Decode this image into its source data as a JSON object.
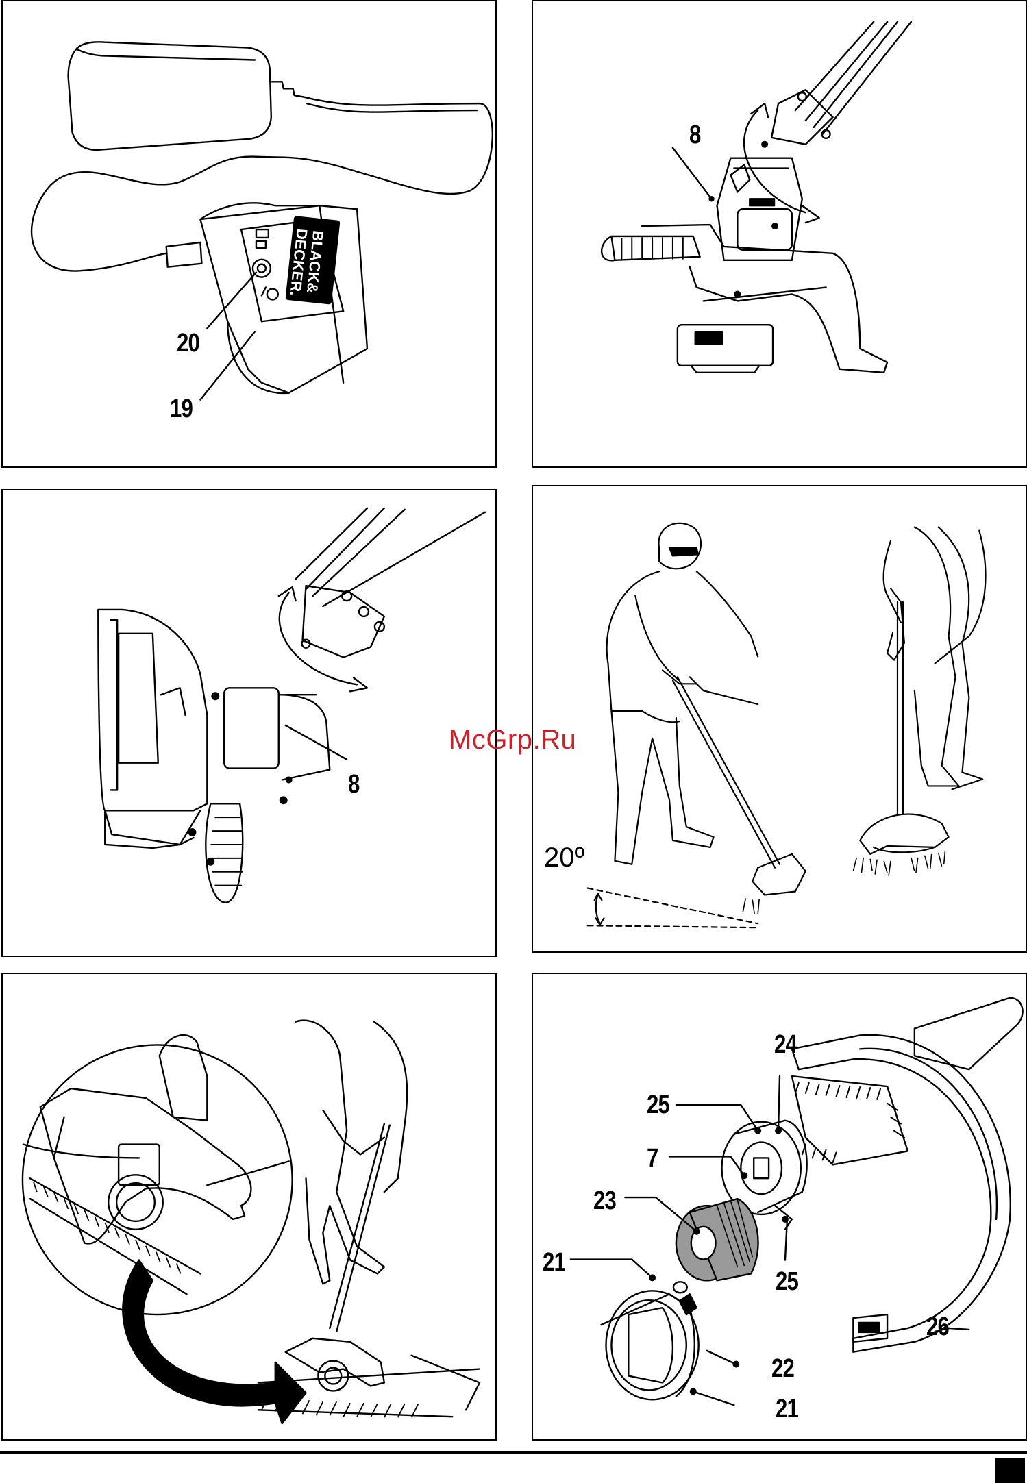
{
  "panels": {
    "charger": {
      "labels": [
        "20",
        "19"
      ],
      "brand": [
        "BLACK&",
        "DECKER."
      ]
    },
    "rotate_top": {
      "labels": [
        "8"
      ]
    },
    "rotate_side": {
      "labels": [
        "8"
      ]
    },
    "operating": {
      "angle": "20º"
    },
    "edging": {},
    "spool": {
      "labels": [
        "24",
        "25",
        "7",
        "23",
        "21",
        "25",
        "22",
        "21",
        "26"
      ]
    }
  },
  "watermark": "McGrp.Ru",
  "colors": {
    "line": "#000000",
    "watermark": "#c8232c",
    "fill_gray": "#9a9a9a",
    "fill_dark": "#1a1a1a"
  }
}
